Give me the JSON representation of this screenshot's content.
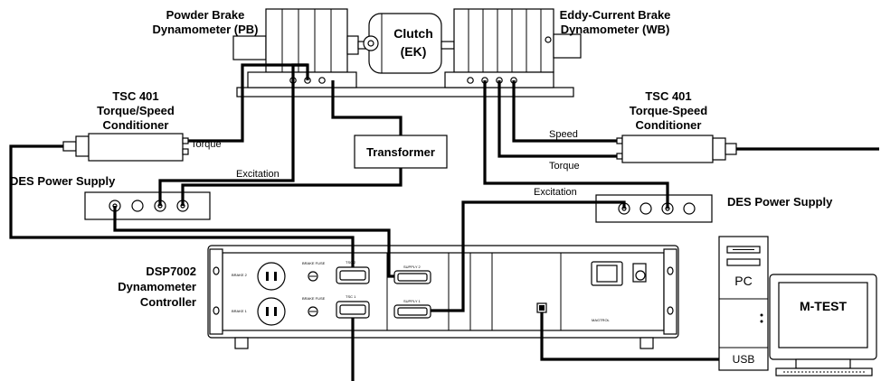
{
  "labels": {
    "pb_title_1": "Powder Brake",
    "pb_title_2": "Dynamometer (PB)",
    "clutch_1": "Clutch",
    "clutch_2": "(EK)",
    "wb_title_1": "Eddy-Current Brake",
    "wb_title_2": "Dynamometer (WB)",
    "tsc_left_1": "TSC 401",
    "tsc_left_2": "Torque/Speed",
    "tsc_left_3": "Conditioner",
    "tsc_right_1": "TSC 401",
    "tsc_right_2": "Torque-Speed",
    "tsc_right_3": "Conditioner",
    "torque_left": "Torque",
    "excitation_left": "Excitation",
    "transformer": "Transformer",
    "speed_right": "Speed",
    "torque_right": "Torque",
    "excitation_right": "Excitation",
    "des_left": "DES Power Supply",
    "des_right": "DES Power Supply",
    "dsp_1": "DSP7002",
    "dsp_2": "Dynamometer",
    "dsp_3": "Controller",
    "pc": "PC",
    "usb": "USB",
    "mtest": "M-TEST"
  },
  "panel_text": {
    "brake2": "BRAKE 2",
    "brake1": "BRAKE 1",
    "brake_fuse_a": "BRAKE FUSE",
    "brake_fuse_b": "BRAKE FUSE",
    "tsc2": "TSC 2",
    "tsc1": "TSC 1",
    "supply2": "SUPPLY 2",
    "supply1": "SUPPLY 1",
    "magtrol": "MAGTROL"
  }
}
